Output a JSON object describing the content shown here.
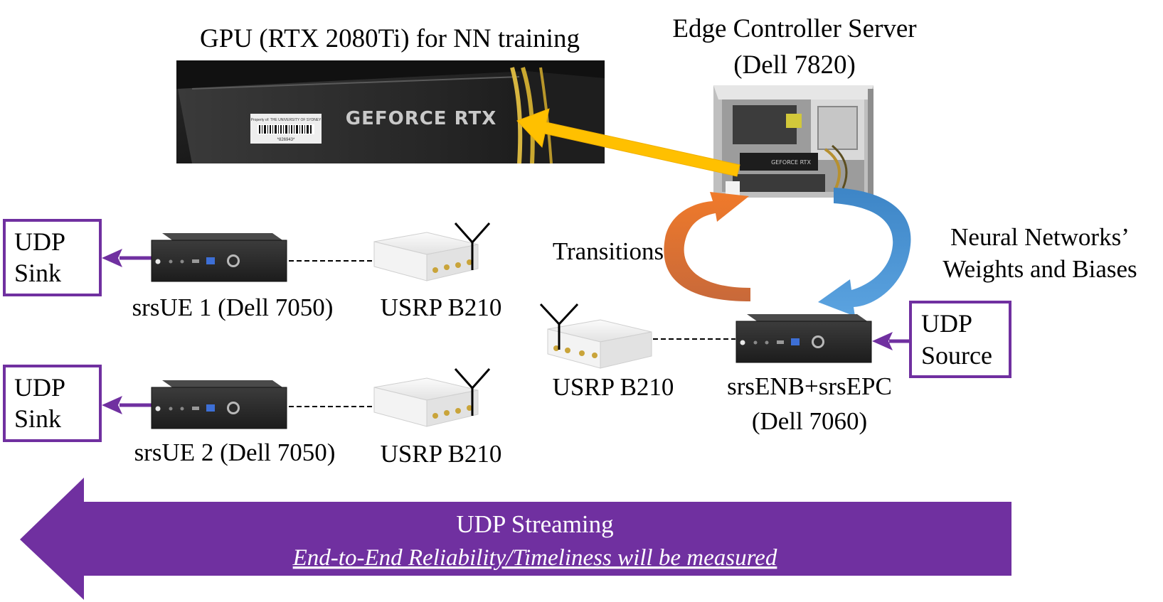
{
  "gpu": {
    "title": "GPU (RTX 2080Ti) for NN training",
    "brand_text": "GEFORCE RTX",
    "property_text": "Property of:  THE UNIVERSITY OF SYDNEY",
    "barcode_text": "*826943*"
  },
  "server": {
    "title_line1": "Edge Controller Server",
    "title_line2": "(Dell 7820)",
    "inner_brand": "GEFORCE RTX"
  },
  "loop": {
    "transitions_label": "Transitions",
    "nn_line1": "Neural Networks’",
    "nn_line2": "Weights and Biases"
  },
  "ue1": {
    "sink_line1": "UDP",
    "sink_line2": "Sink",
    "pc_label": "srsUE 1 (Dell 7050)",
    "usrp_label": "USRP B210"
  },
  "ue2": {
    "sink_line1": "UDP",
    "sink_line2": "Sink",
    "pc_label": "srsUE 2 (Dell 7050)",
    "usrp_label": "USRP B210"
  },
  "enb": {
    "usrp_label": "USRP B210",
    "pc_label_line1": "srsENB+srsEPC",
    "pc_label_line2": "(Dell 7060)",
    "source_line1": "UDP",
    "source_line2": "Source"
  },
  "streaming": {
    "title": "UDP Streaming",
    "subtitle": "End-to-End Reliability/Timeliness will be measured"
  },
  "colors": {
    "purple": "#7030a0",
    "yellow_arrow": "#ffc000",
    "orange_arrow": "#ed7d31",
    "blue_arrow": "#5b9bd5"
  }
}
